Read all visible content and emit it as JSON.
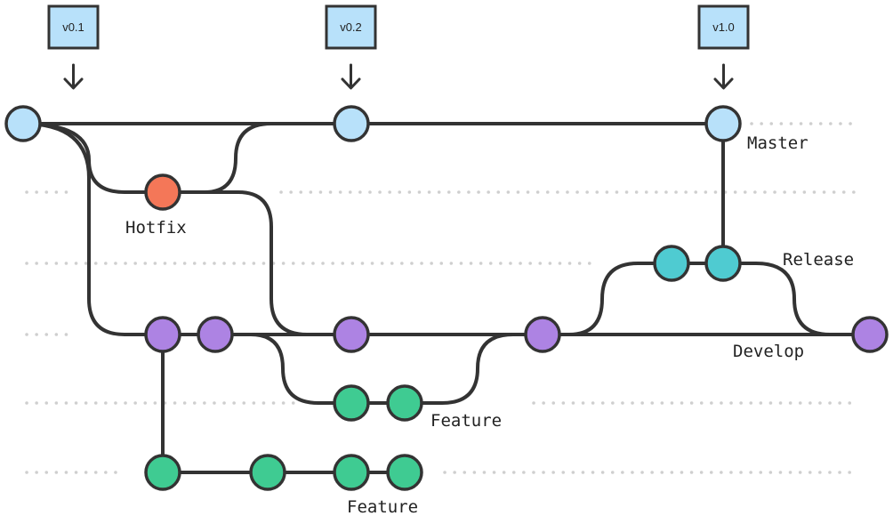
{
  "tags": [
    "v0.1",
    "v0.2",
    "v1.0"
  ],
  "branches": {
    "master": "Master",
    "hotfix": "Hotfix",
    "release": "Release",
    "develop": "Develop",
    "feature_1": "Feature",
    "feature_2": "Feature"
  },
  "colors": {
    "master": "#b8e1fa",
    "hotfix": "#f47758",
    "release": "#4fcbd1",
    "develop": "#ad83e3",
    "feature": "#3fcb92",
    "tag": "#b8e1fa",
    "line": "#333333",
    "lane": "#cfcfcf"
  }
}
